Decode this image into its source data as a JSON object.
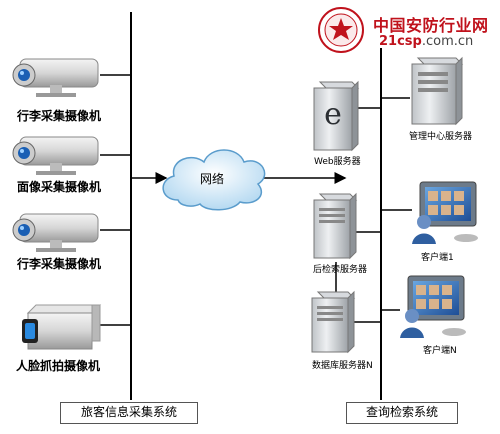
{
  "logo": {
    "cn": "中国安防行业网",
    "en_a": "21csp",
    "en_b": ".com.cn"
  },
  "nodes": {
    "camera1": "行李采集摄像机",
    "camera2": "面像采集摄像机",
    "camera3": "行李采集摄像机",
    "camera4": "人脸抓拍摄像机",
    "cloud": "网络",
    "web_server": "Web服务器",
    "mgmt_server": "管理中心服务器",
    "search_server": "后检索服务器",
    "client1": "客户端1",
    "db_server": "数据库服务器N",
    "clientN": "客户端N"
  },
  "systems": {
    "left": "旅客信息采集系统",
    "right": "查询检索系统"
  }
}
